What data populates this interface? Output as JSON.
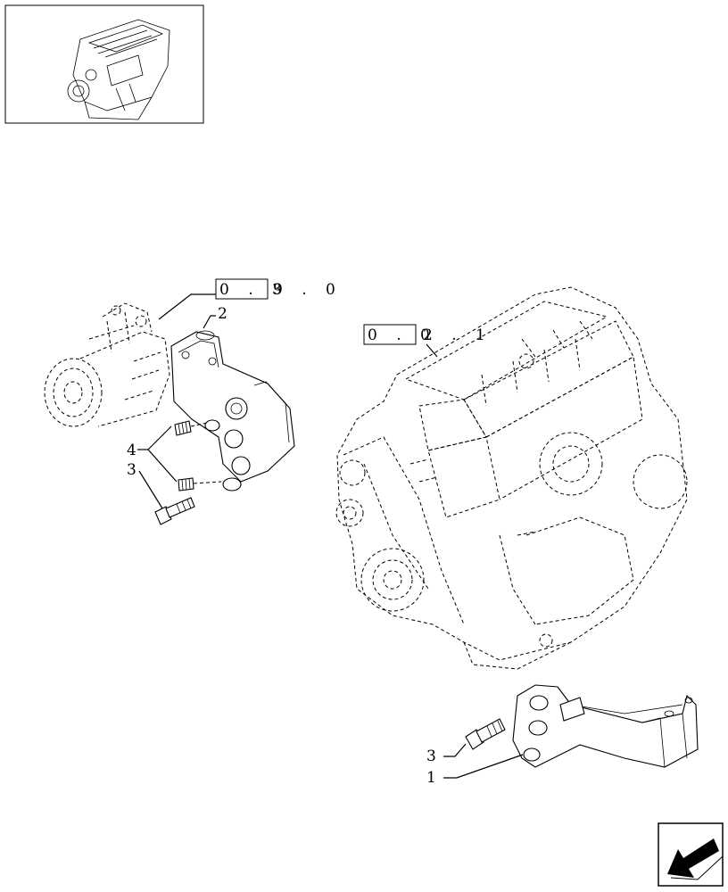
{
  "references": {
    "ref_a": {
      "boxed": "0 . 3",
      "rest": "9 . 0"
    },
    "ref_b": {
      "boxed": "0 . 0",
      "rest": "2 . 1"
    }
  },
  "callouts": {
    "c2": "2",
    "c4": "4",
    "c3a": "3",
    "c3b": "3",
    "c1": "1"
  },
  "icons": {
    "thumbnail": "engine-thumbnail-icon",
    "nav": "previous-page-arrow-icon"
  }
}
